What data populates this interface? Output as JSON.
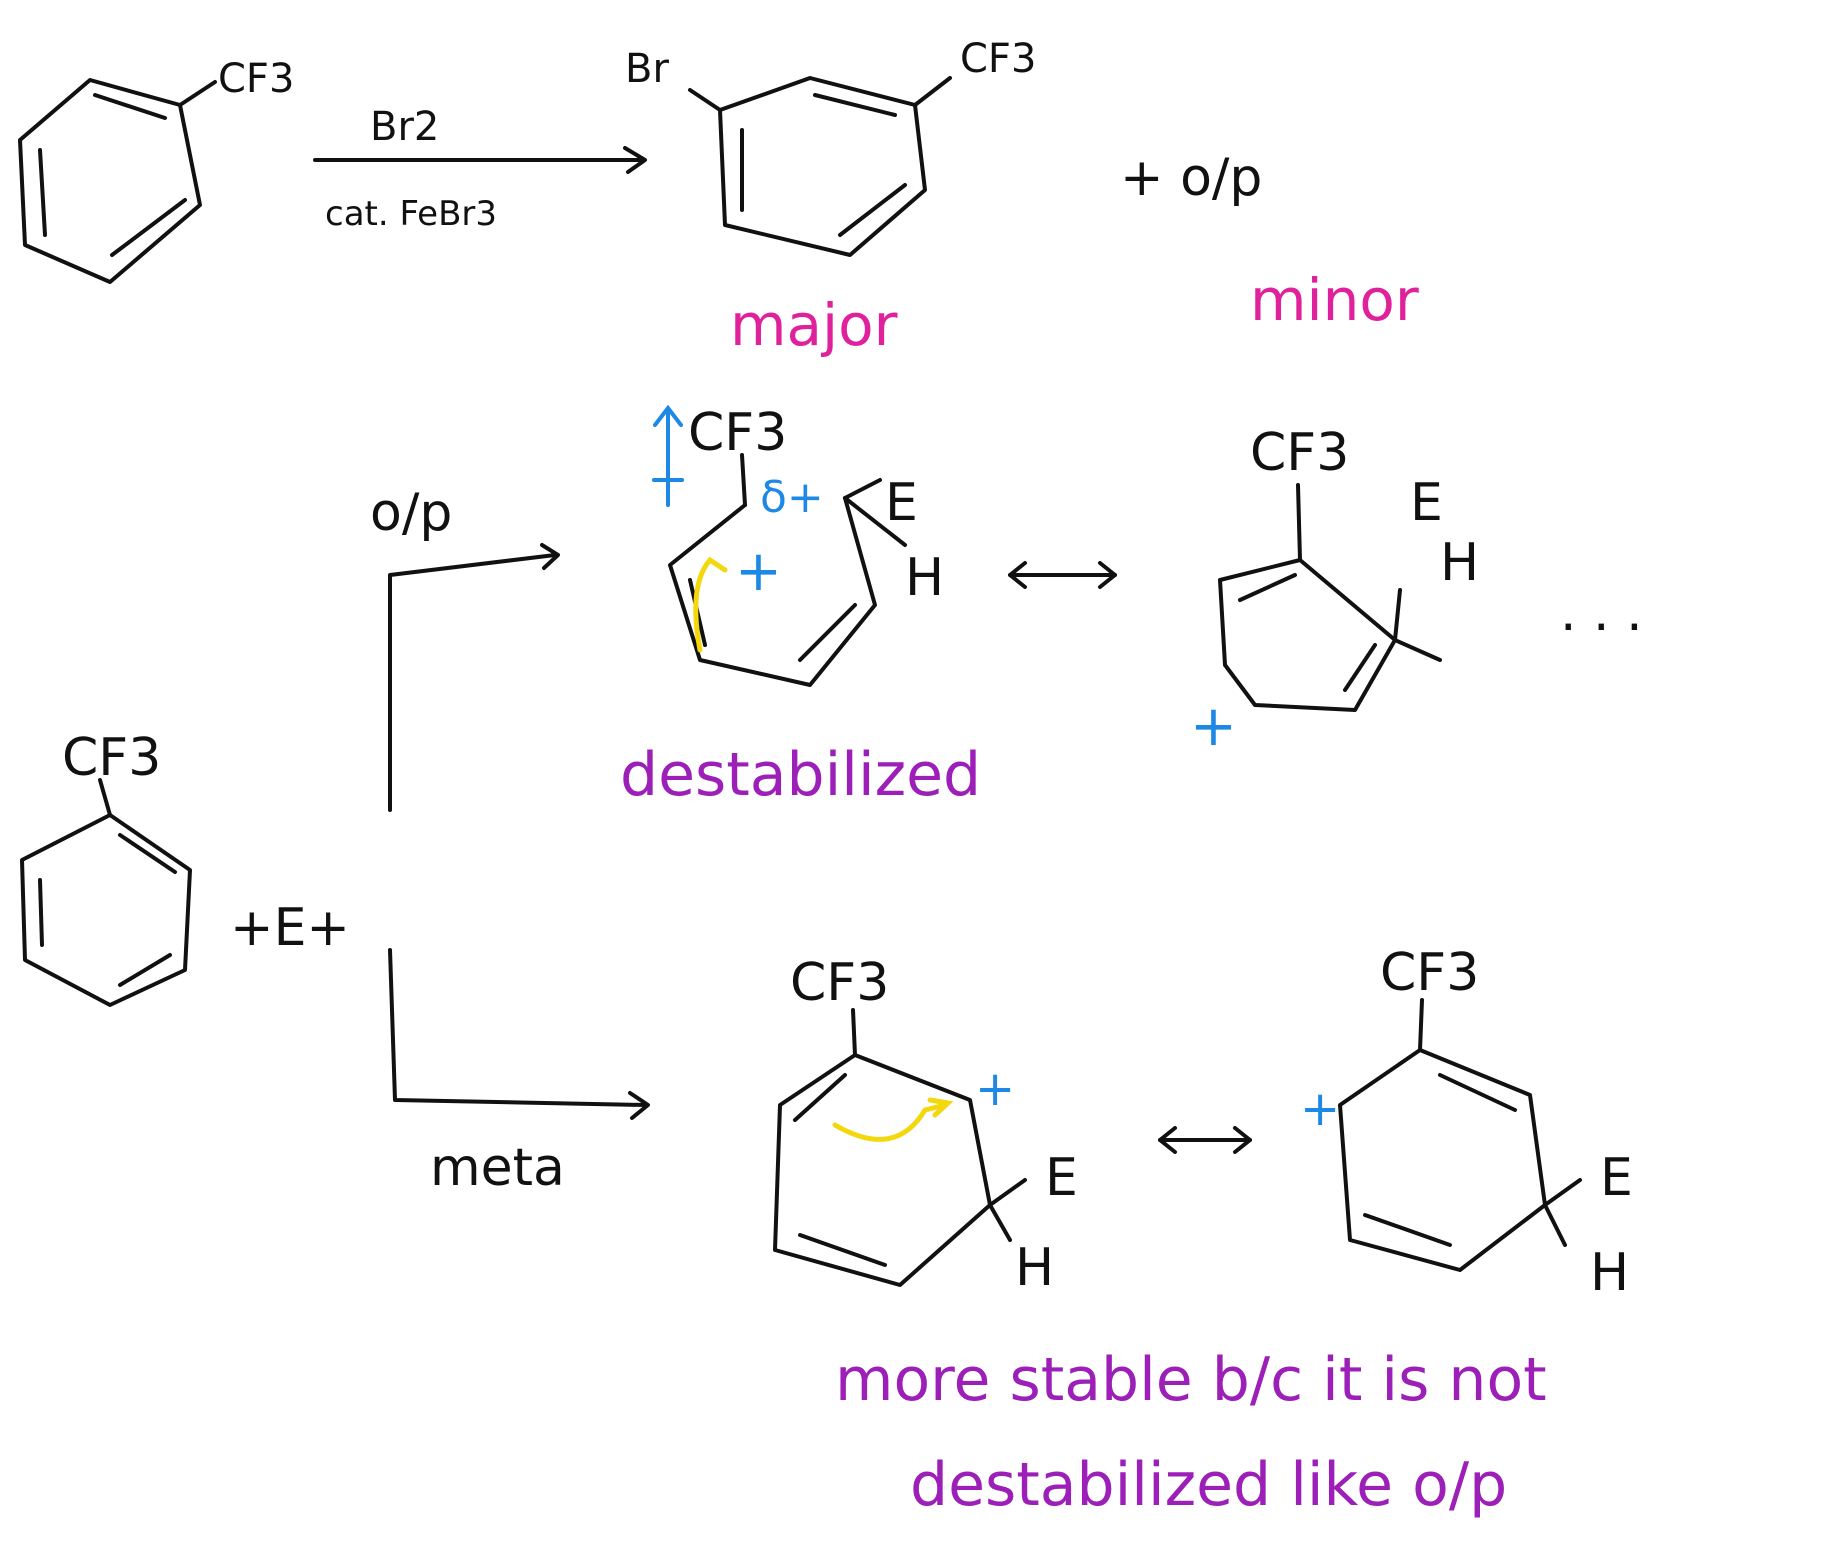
{
  "colors": {
    "ink": "#111111",
    "magenta": "#e0219c",
    "purple": "#9c1fb8",
    "blue": "#1e88e5",
    "yellow": "#f2d80c"
  },
  "labels": {
    "cf3_start": "CF3",
    "reagent_top": "Br2",
    "reagent_bottom": "cat. FeBr3",
    "br": "Br",
    "cf3_product": "CF3",
    "plus_op": "+ o/p",
    "major": "major",
    "minor": "minor",
    "cf3_reactant": "CF3",
    "plus_e": "+E+",
    "op_branch": "o/p",
    "meta_branch": "meta",
    "cf3_op1": "CF3",
    "delta_plus": "δ+",
    "e_op1": "E",
    "h_op1": "H",
    "plus_op1": "+",
    "dipole_plus": "+",
    "cf3_op2": "CF3",
    "e_op2": "E",
    "h_op2": "H",
    "plus_op2": "+",
    "ellipsis": ". . .",
    "destabilized": "destabilized",
    "cf3_m1": "CF3",
    "plus_m1": "+",
    "e_m1": "E",
    "h_m1": "H",
    "cf3_m2": "CF3",
    "plus_m2": "+",
    "e_m2": "E",
    "h_m2": "H",
    "conclusion_line1": "more stable b/c it is not",
    "conclusion_line2": "destabilized like o/p"
  }
}
